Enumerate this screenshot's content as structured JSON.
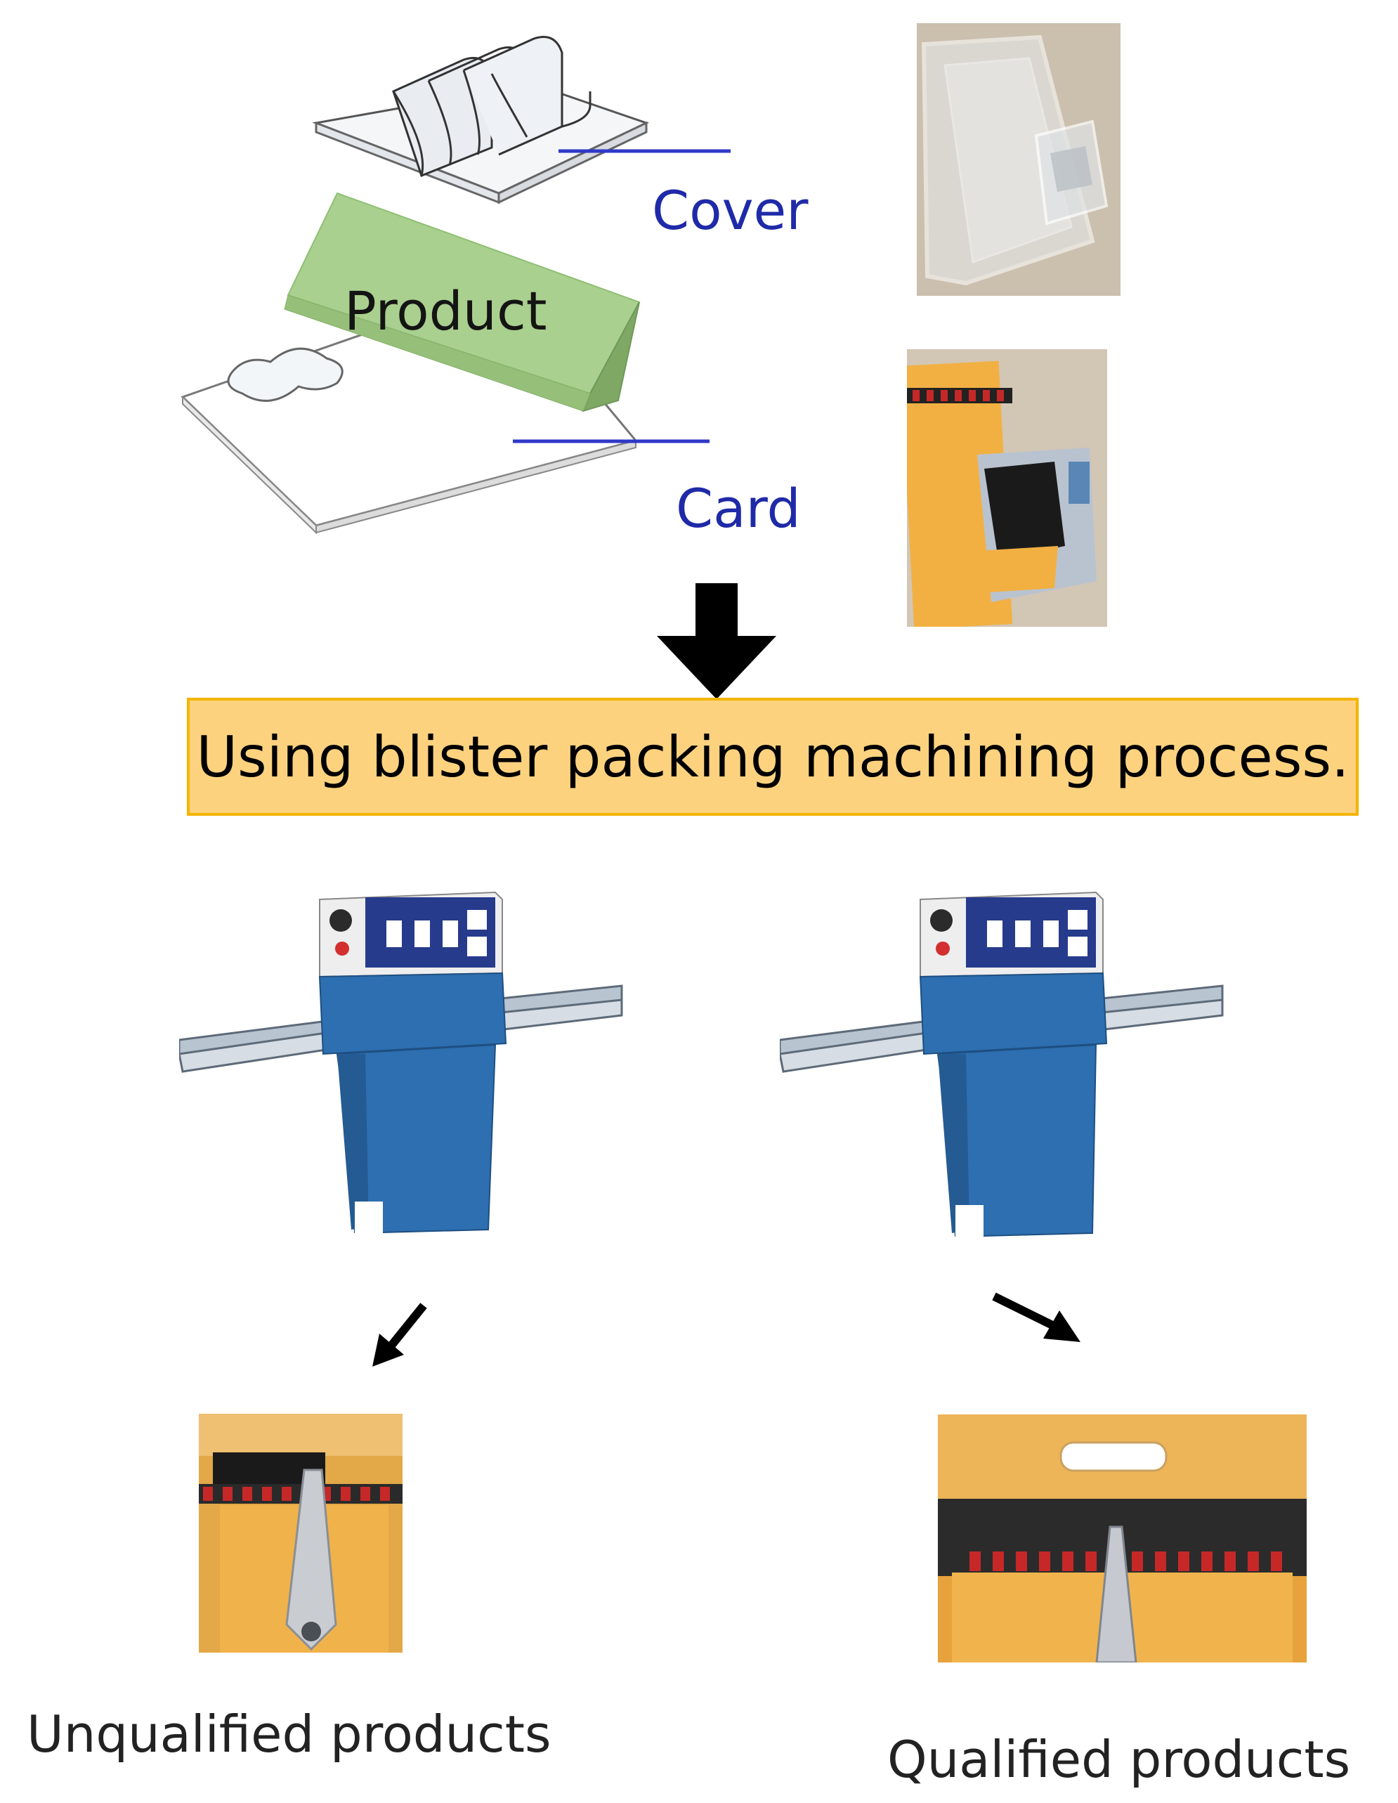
{
  "labels": {
    "cover": "Cover",
    "product": "Product",
    "card": "Card"
  },
  "process": {
    "text": "Using blister packing machining process."
  },
  "outcomes": {
    "unqualified": "Unqualified products",
    "qualified": "Qualified products"
  },
  "colors": {
    "label_blue": "#1f2aa8",
    "leader_line": "#3038c8",
    "product_green": "#a9d08e",
    "process_fill": "#fdd27f",
    "process_border": "#f4b400",
    "machine_blue": "#2d6fb0",
    "packaging_orange": "#f2b043"
  },
  "icons": {
    "main_arrow": "arrow-down-icon",
    "left_arrow": "arrow-down-left-icon",
    "right_arrow": "arrow-down-right-icon"
  }
}
